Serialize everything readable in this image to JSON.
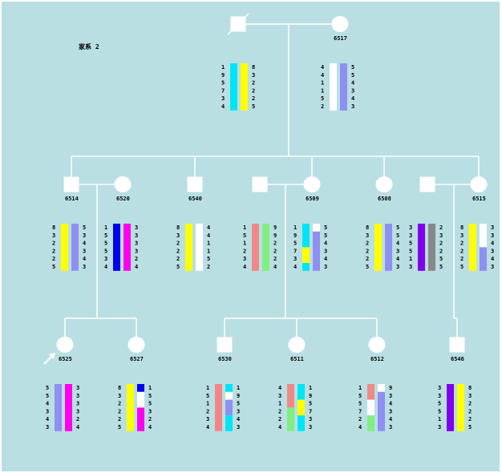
{
  "family_label": "家系 2",
  "colors": {
    "background": "#b9dfe2",
    "line": "#ffffff",
    "symbol_fill": "#ffffff",
    "cyan": "#00e5f5",
    "yellow": "#ffff00",
    "periwinkle": "#8f8ff2",
    "white": "#ffffff",
    "blue": "#0000ee",
    "magenta": "#ff00ee",
    "salmon": "#f08888",
    "green": "#80ee80",
    "gray": "#888888",
    "purple": "#8000ee"
  },
  "members": [
    {
      "id": "i1",
      "sex": "male",
      "deceased": true,
      "label": "",
      "proband": false,
      "left_alleles": [
        "1",
        "9",
        "5",
        "7",
        "3",
        "4"
      ],
      "right_alleles": [
        "8",
        "3",
        "2",
        "2",
        "2",
        "5"
      ],
      "left_bar": [
        [
          "cyan",
          6
        ]
      ],
      "right_bar": [
        [
          "yellow",
          6
        ]
      ]
    },
    {
      "id": "i2",
      "sex": "female",
      "deceased": false,
      "label": "6517",
      "proband": false,
      "left_alleles": [
        "4",
        "4",
        "1",
        "1",
        "5",
        "2"
      ],
      "right_alleles": [
        "5",
        "5",
        "4",
        "3",
        "4",
        "3"
      ],
      "left_bar": [
        [
          "white",
          6
        ]
      ],
      "right_bar": [
        [
          "periwinkle",
          6
        ]
      ]
    },
    {
      "id": "ii1",
      "sex": "male",
      "deceased": false,
      "label": "6514",
      "proband": false,
      "left_alleles": [
        "8",
        "3",
        "2",
        "2",
        "2",
        "5"
      ],
      "right_alleles": [
        "5",
        "3",
        "4",
        "3",
        "4",
        "3"
      ],
      "left_bar": [
        [
          "yellow",
          6
        ]
      ],
      "right_bar": [
        [
          "periwinkle",
          6
        ]
      ]
    },
    {
      "id": "ii2",
      "sex": "female",
      "deceased": false,
      "label": "6520",
      "proband": false,
      "left_alleles": [
        "1",
        "5",
        "5",
        "5",
        "3",
        "4"
      ],
      "right_alleles": [
        "3",
        "3",
        "3",
        "3",
        "2",
        "4"
      ],
      "left_bar": [
        [
          "blue",
          6
        ]
      ],
      "right_bar": [
        [
          "magenta",
          6
        ]
      ]
    },
    {
      "id": "ii3",
      "sex": "male",
      "deceased": false,
      "label": "6540",
      "proband": false,
      "left_alleles": [
        "8",
        "3",
        "2",
        "2",
        "2",
        "5"
      ],
      "right_alleles": [
        "4",
        "4",
        "1",
        "1",
        "5",
        "2"
      ],
      "left_bar": [
        [
          "yellow",
          6
        ]
      ],
      "right_bar": [
        [
          "white",
          6
        ]
      ]
    },
    {
      "id": "ii4",
      "sex": "male",
      "deceased": false,
      "label": "",
      "proband": false,
      "left_alleles": [
        "1",
        "5",
        "1",
        "2",
        "3",
        "4"
      ],
      "right_alleles": [
        "9",
        "9",
        "2",
        "2",
        "2",
        "4"
      ],
      "left_bar": [
        [
          "salmon",
          6
        ]
      ],
      "right_bar": [
        [
          "green",
          6
        ]
      ]
    },
    {
      "id": "ii5",
      "sex": "female",
      "deceased": false,
      "label": "6509",
      "proband": false,
      "left_alleles": [
        "1",
        "9",
        "5",
        "7",
        "3",
        "4"
      ],
      "right_alleles": [
        "5",
        "5",
        "4",
        "3",
        "4",
        "3"
      ],
      "left_bar": [
        [
          "cyan",
          3
        ],
        [
          "yellow",
          2
        ],
        [
          "cyan",
          1
        ]
      ],
      "right_bar": [
        [
          "white",
          1
        ],
        [
          "periwinkle",
          5
        ]
      ]
    },
    {
      "id": "ii6",
      "sex": "female",
      "deceased": false,
      "label": "6508",
      "proband": false,
      "left_alleles": [
        "8",
        "3",
        "2",
        "2",
        "2",
        "5"
      ],
      "right_alleles": [
        "5",
        "5",
        "4",
        "3",
        "4",
        "3"
      ],
      "left_bar": [
        [
          "yellow",
          6
        ]
      ],
      "right_bar": [
        [
          "periwinkle",
          6
        ]
      ]
    },
    {
      "id": "ii7",
      "sex": "male",
      "deceased": false,
      "label": "",
      "proband": false,
      "left_alleles": [
        "3",
        "3",
        "5",
        "5",
        "1",
        "3"
      ],
      "right_alleles": [
        "2",
        "3",
        "2",
        "2",
        "5",
        "5"
      ],
      "left_bar": [
        [
          "purple",
          6
        ]
      ],
      "right_bar": [
        [
          "gray",
          6
        ]
      ]
    },
    {
      "id": "ii8",
      "sex": "female",
      "deceased": false,
      "label": "6515",
      "proband": false,
      "left_alleles": [
        "8",
        "3",
        "2",
        "2",
        "2",
        "5"
      ],
      "right_alleles": [
        "3",
        "3",
        "4",
        "3",
        "4",
        "3"
      ],
      "left_bar": [
        [
          "yellow",
          6
        ]
      ],
      "right_bar": [
        [
          "white",
          3
        ],
        [
          "periwinkle",
          3
        ]
      ]
    },
    {
      "id": "iii1",
      "sex": "female",
      "deceased": false,
      "label": "6525",
      "proband": true,
      "left_alleles": [
        "5",
        "5",
        "4",
        "3",
        "4",
        "3"
      ],
      "right_alleles": [
        "3",
        "3",
        "3",
        "3",
        "2",
        "4"
      ],
      "left_bar": [
        [
          "periwinkle",
          6
        ]
      ],
      "right_bar": [
        [
          "magenta",
          6
        ]
      ]
    },
    {
      "id": "iii2",
      "sex": "female",
      "deceased": false,
      "label": "6527",
      "proband": false,
      "left_alleles": [
        "8",
        "3",
        "2",
        "2",
        "2",
        "5"
      ],
      "right_alleles": [
        "1",
        "5",
        "5",
        "3",
        "2",
        "4"
      ],
      "left_bar": [
        [
          "yellow",
          6
        ]
      ],
      "right_bar": [
        [
          "blue",
          1
        ],
        [
          "white",
          2
        ],
        [
          "magenta",
          3
        ]
      ]
    },
    {
      "id": "iii3",
      "sex": "male",
      "deceased": false,
      "label": "6530",
      "proband": false,
      "left_alleles": [
        "1",
        "5",
        "1",
        "2",
        "3",
        "4"
      ],
      "right_alleles": [
        "1",
        "9",
        "5",
        "3",
        "4",
        "3"
      ],
      "left_bar": [
        [
          "salmon",
          6
        ]
      ],
      "right_bar": [
        [
          "cyan",
          1
        ],
        [
          "white",
          1
        ],
        [
          "periwinkle",
          2
        ],
        [
          "cyan",
          2
        ]
      ]
    },
    {
      "id": "iii4",
      "sex": "female",
      "deceased": false,
      "label": "6511",
      "proband": false,
      "left_alleles": [
        "4",
        "3",
        "1",
        "2",
        "2",
        "4"
      ],
      "right_alleles": [
        "1",
        "9",
        "5",
        "7",
        "3",
        "3"
      ],
      "left_bar": [
        [
          "salmon",
          3
        ],
        [
          "green",
          3
        ]
      ],
      "right_bar": [
        [
          "cyan",
          2
        ],
        [
          "yellow",
          2
        ],
        [
          "cyan",
          2
        ]
      ]
    },
    {
      "id": "iii5",
      "sex": "female",
      "deceased": false,
      "label": "6512",
      "proband": false,
      "left_alleles": [
        "1",
        "5",
        "5",
        "7",
        "2",
        "4"
      ],
      "right_alleles": [
        "9",
        "3",
        "4",
        "3",
        "4",
        "3"
      ],
      "left_bar": [
        [
          "salmon",
          2
        ],
        [
          "white",
          2
        ],
        [
          "green",
          2
        ]
      ],
      "right_bar": [
        [
          "white",
          1
        ],
        [
          "periwinkle",
          5
        ]
      ]
    },
    {
      "id": "iii6",
      "sex": "male",
      "deceased": false,
      "label": "6546",
      "proband": false,
      "left_alleles": [
        "3",
        "3",
        "5",
        "5",
        "1",
        "3"
      ],
      "right_alleles": [
        "8",
        "3",
        "2",
        "2",
        "2",
        "5"
      ],
      "left_bar": [
        [
          "purple",
          6
        ]
      ],
      "right_bar": [
        [
          "yellow",
          6
        ]
      ]
    }
  ]
}
